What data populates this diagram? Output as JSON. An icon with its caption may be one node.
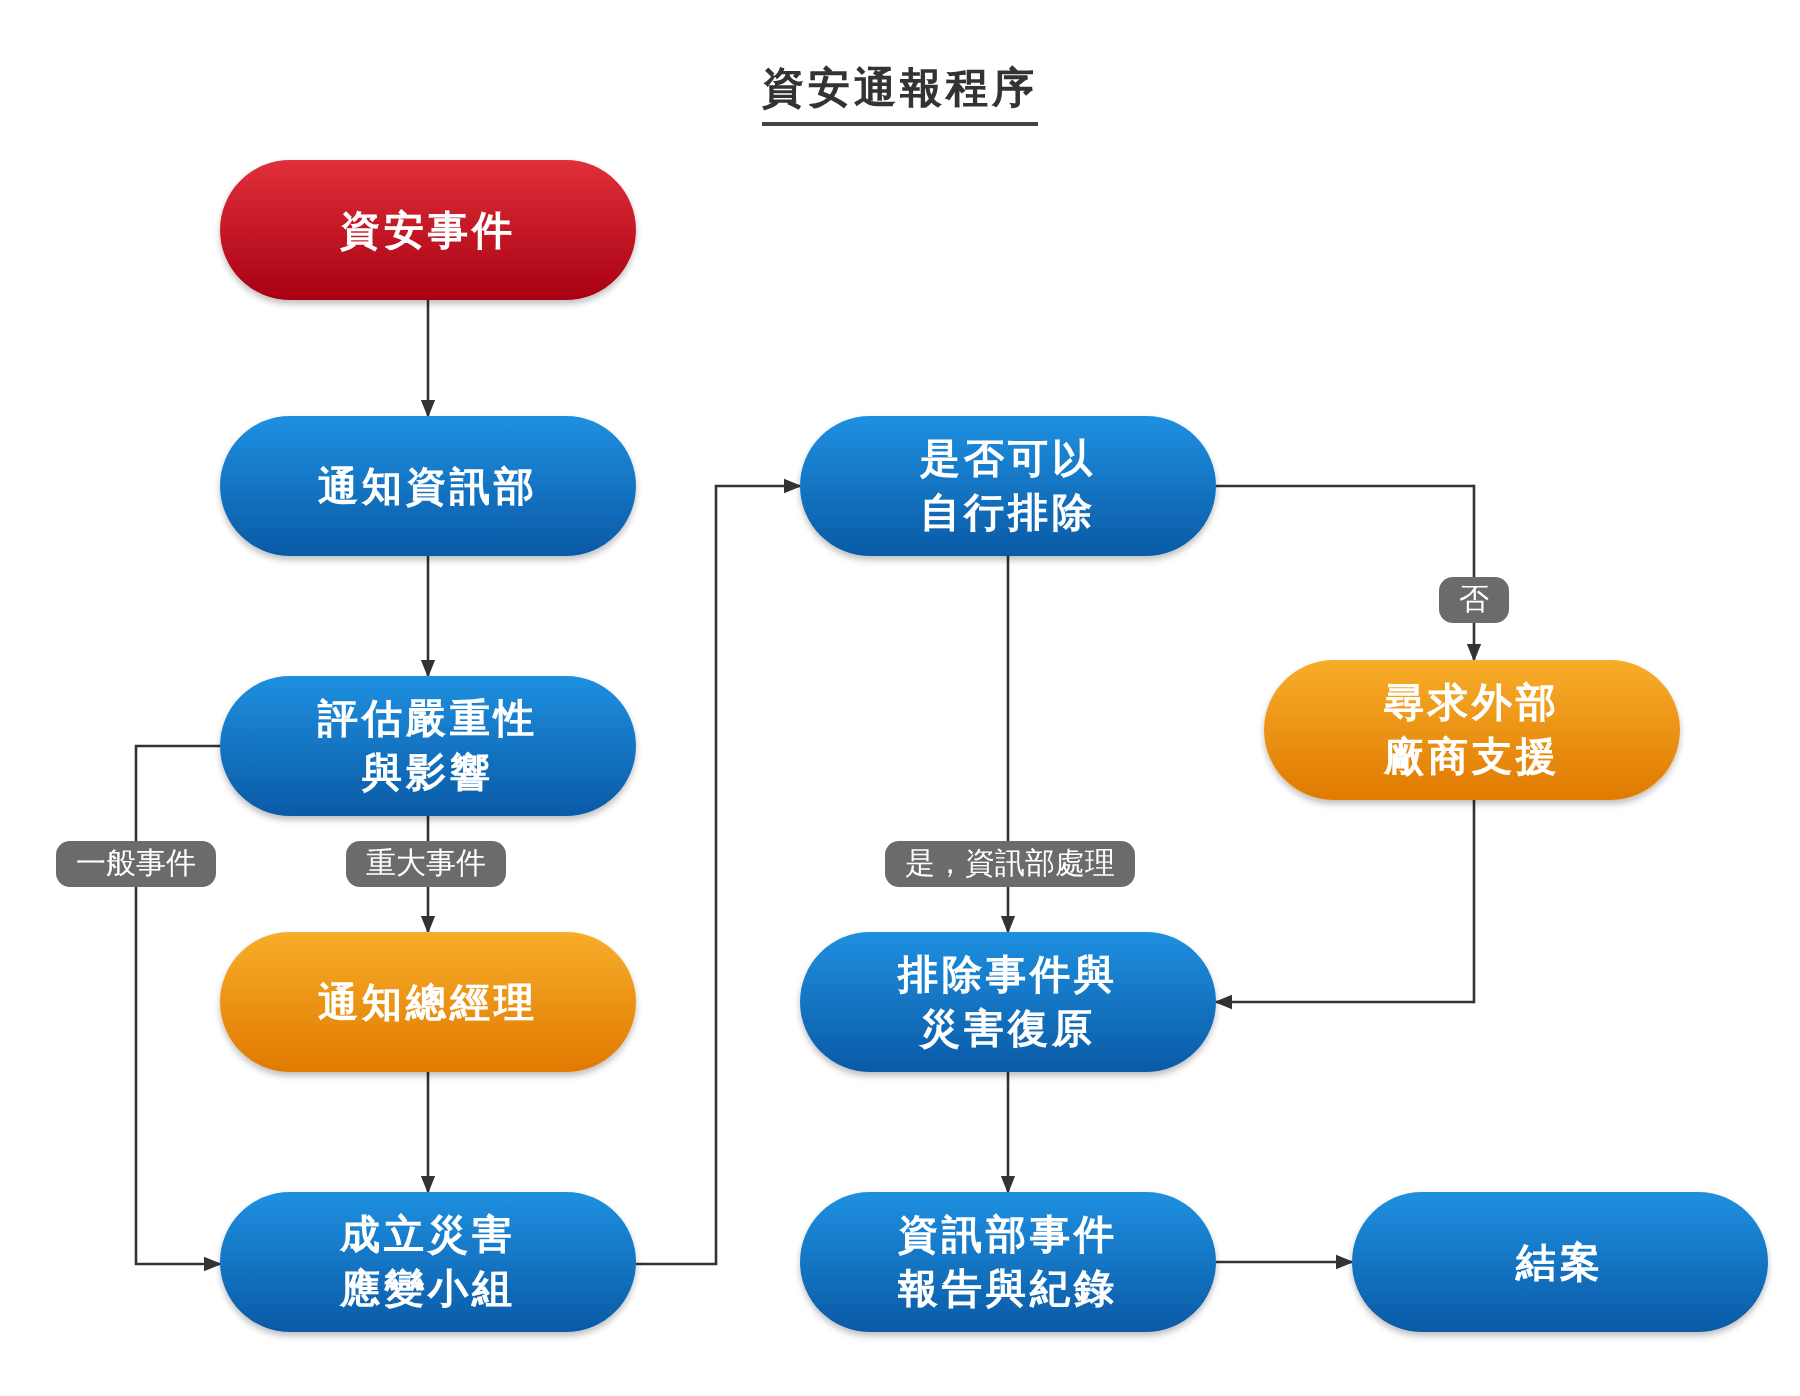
{
  "diagram": {
    "title": "資安通報程序",
    "nodes": [
      {
        "text": [
          "資安事件"
        ]
      },
      {
        "text": [
          "通知資訊部"
        ]
      },
      {
        "text": [
          "評估嚴重性與影響"
        ]
      },
      {
        "text": [
          "通知總經理"
        ]
      },
      {
        "text": [
          "成立災害應變小組"
        ]
      },
      {
        "text": [
          "是否可以自行排除"
        ]
      },
      {
        "text": [
          "尋求外部廠商支援"
        ]
      },
      {
        "text": [
          "排除事件與災害復原"
        ]
      },
      {
        "text": [
          "資訊部事件報告與紀錄"
        ]
      },
      {
        "text": [
          "結案"
        ]
      }
    ],
    "edges": [
      {
        "from": 0,
        "to": 1,
        "arrow": "to"
      },
      {
        "from": 1,
        "to": 2,
        "arrow": "to"
      },
      {
        "from": 2,
        "to": 3,
        "arrow": "to",
        "label": "重大事件"
      },
      {
        "from": 2,
        "to": 4,
        "arrow": "to",
        "label": "一般事件"
      },
      {
        "from": 3,
        "to": 4,
        "arrow": "to"
      },
      {
        "from": 4,
        "to": 5,
        "arrow": "to"
      },
      {
        "from": 5,
        "to": 6,
        "arrow": "to",
        "label": "否"
      },
      {
        "from": 5,
        "to": 7,
        "arrow": "to",
        "label": "是，資訊部處理"
      },
      {
        "from": 6,
        "to": 7,
        "arrow": "to"
      },
      {
        "from": 7,
        "to": 8,
        "arrow": "to"
      },
      {
        "from": 8,
        "to": 9,
        "arrow": "to"
      }
    ]
  }
}
